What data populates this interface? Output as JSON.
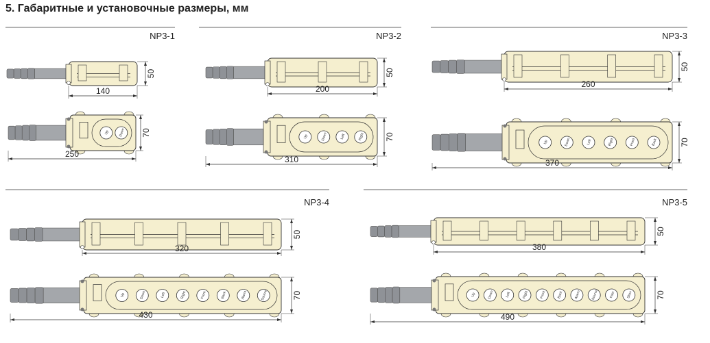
{
  "title": "5. Габаритные и установочные размеры, мм",
  "colors": {
    "body": "#f5efcf",
    "cable": "#a4a7ab",
    "line": "#333333"
  },
  "models": [
    {
      "name": "NP3-1",
      "top_length": "140",
      "top_height": "50",
      "front_length": "250",
      "front_height": "70",
      "buttons": [
        "Up",
        "Down"
      ]
    },
    {
      "name": "NP3-2",
      "top_length": "200",
      "top_height": "50",
      "front_length": "310",
      "front_height": "70",
      "buttons": [
        "Up",
        "Down",
        "Left",
        "Right"
      ]
    },
    {
      "name": "NP3-3",
      "top_length": "260",
      "top_height": "50",
      "front_length": "370",
      "front_height": "70",
      "buttons": [
        "Up",
        "Down",
        "Left",
        "Right",
        "Front",
        "Back"
      ]
    },
    {
      "name": "NP3-4",
      "top_length": "320",
      "top_height": "50",
      "front_length": "430",
      "front_height": "70",
      "buttons": [
        "Up",
        "Down",
        "Left",
        "Right",
        "Front",
        "Back",
        "Alarm",
        "Source"
      ]
    },
    {
      "name": "NP3-5",
      "top_length": "380",
      "top_height": "50",
      "front_length": "490",
      "front_height": "70",
      "buttons": [
        "Up",
        "Down",
        "Left",
        "Right",
        "Front",
        "Back",
        "Alarm",
        "Source",
        "Fast",
        "Slow"
      ]
    }
  ]
}
